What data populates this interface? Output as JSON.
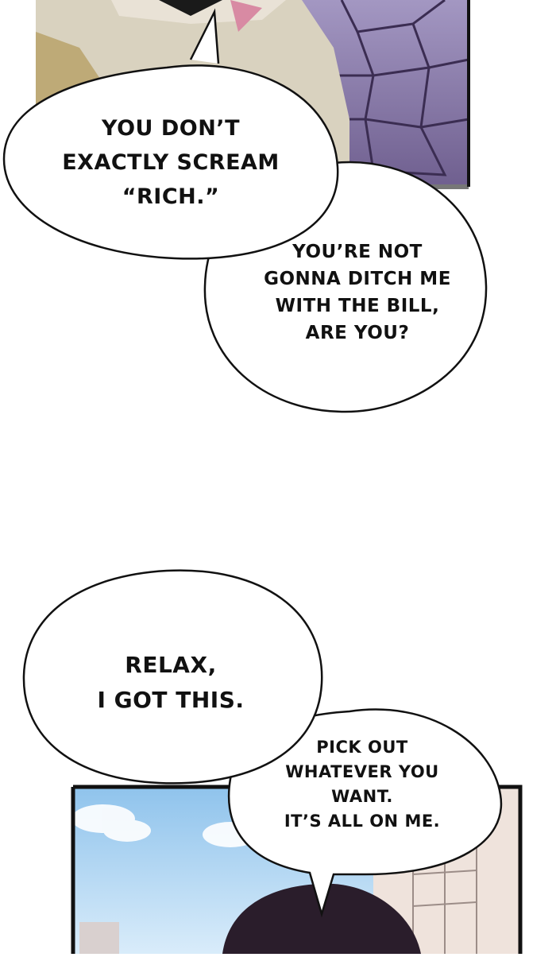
{
  "panels": {
    "top": {
      "description": ""
    },
    "bottom": {
      "description": ""
    }
  },
  "bubbles": [
    {
      "text": "YOU DON’T\nEXACTLY SCREAM\n“RICH.”"
    },
    {
      "text": "YOU’RE NOT\nGONNA DITCH ME\nWITH THE BILL,\nARE YOU?"
    },
    {
      "text": "RELAX,\nI GOT THIS."
    },
    {
      "text": "PICK OUT\nWHATEVER YOU WANT.\nIT’S ALL ON ME."
    }
  ],
  "colors": {
    "sky": "#b9d8f2",
    "stone": "#8a7aa6",
    "outline": "#111111",
    "hair": "#2a1d2b"
  }
}
